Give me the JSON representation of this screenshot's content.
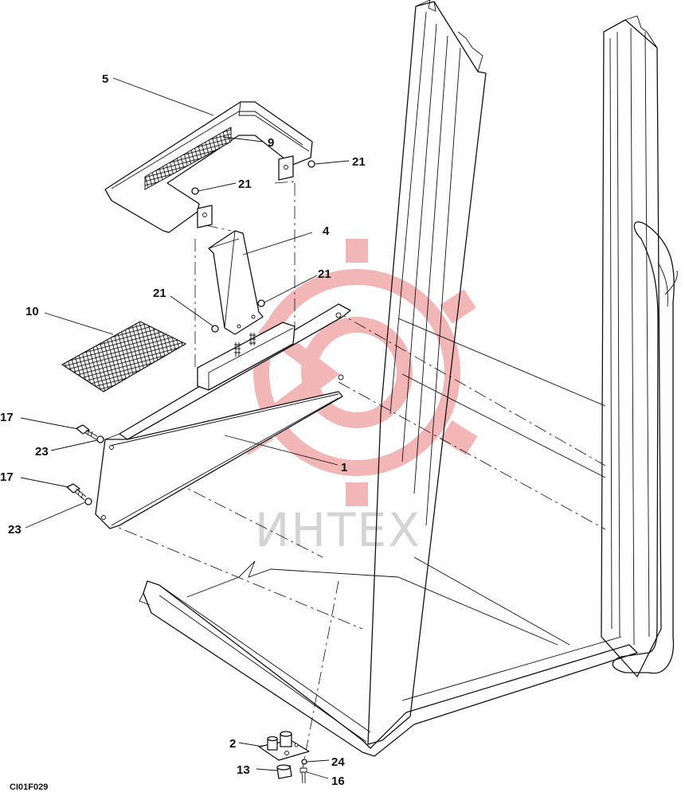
{
  "drawing_code": "CI01F029",
  "watermark": {
    "text": "ИНТЕХ",
    "color": "#f2aaaa"
  },
  "callouts": {
    "c1": "1",
    "c2": "2",
    "c4": "4",
    "c5": "5",
    "c9": "9",
    "c10": "10",
    "c13": "13",
    "c16": "16",
    "c17a": "17",
    "c17b": "17",
    "c21a": "21",
    "c21b": "21",
    "c21c": "21",
    "c21d": "21",
    "c23a": "23",
    "c23b": "23",
    "c24": "24"
  }
}
